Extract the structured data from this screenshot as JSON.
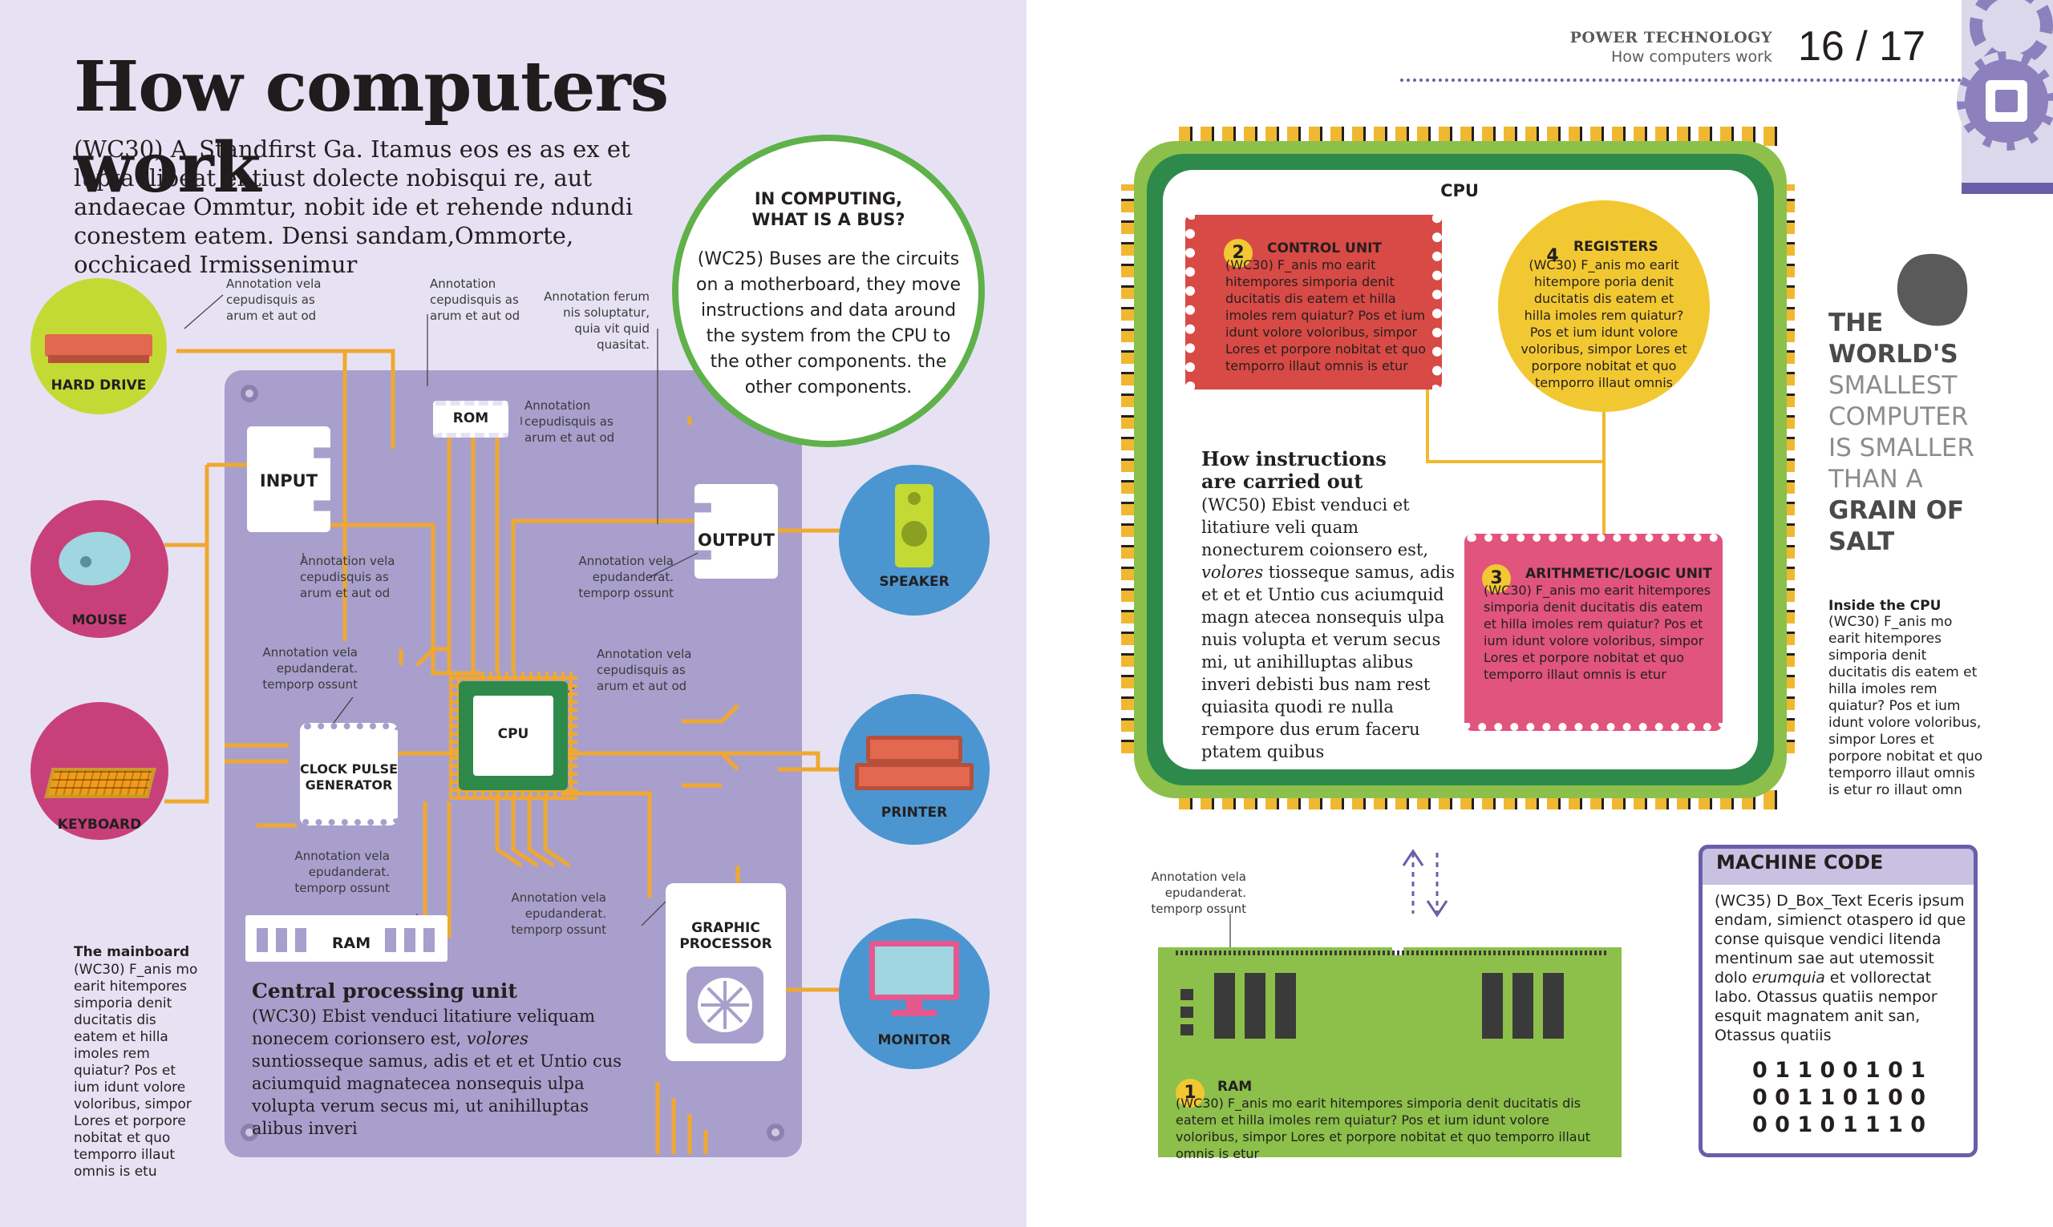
{
  "header": {
    "section": "POWER TECHNOLOGY",
    "subsection": "How computers work",
    "page_numbers": "16 / 17"
  },
  "left": {
    "title": "How computers work",
    "standfirst": "(WC30) A_Standfirst Ga. Itamus eos es as ex et lupta ilibeat entiust dolecte nobisqui re, aut andaecae Ommtur, nobit ide et rehende ndundi conestem eatem. Densi sandam,Ommorte, occhicaed Irmissenimur",
    "bus_box": {
      "title_line1": "IN COMPUTING,",
      "title_line2": "WHAT IS A BUS?",
      "text": "(WC25) Buses are the circuits on a motherboard, they move instructions and data around the system from the CPU to the other components. the other components."
    },
    "peripherals": {
      "hard_drive": "HARD DRIVE",
      "mouse": "MOUSE",
      "keyboard": "KEYBOARD",
      "speaker": "SPEAKER",
      "printer": "PRINTER",
      "monitor": "MONITOR"
    },
    "components": {
      "input": "INPUT",
      "output": "OUTPUT",
      "rom": "ROM",
      "cpu": "CPU",
      "clock_line1": "CLOCK PULSE",
      "clock_line2": "GENERATOR",
      "ram": "RAM",
      "graphic_line1": "GRAPHIC",
      "graphic_line2": "PROCESSOR"
    },
    "annotations": {
      "a1": "Annotation vela cepudisquis as arum et aut od",
      "a2": "Annotation cepudisquis as arum et aut od",
      "a3": "Annotation ferum nis soluptatur, quia vit quid quasitat.",
      "a4": "Annotation cepudisquis as arum et aut od",
      "a5": "Annotation vela cepudisquis as arum et aut od",
      "a6": "Annotation vela epudanderat. temporp ossunt",
      "a7": "Annotation vela epudanderat. temporp ossunt",
      "a8": "Annotation vela cepudisquis as arum et aut od",
      "a9": "Annotation vela epudanderat. temporp ossunt",
      "a10": "Annotation vela epudanderat. temporp ossunt"
    },
    "mainboard": {
      "title": "The mainboard",
      "text": "(WC30) F_anis mo earit hitempores simporia denit ducitatis dis eatem et hilla imoles rem quiatur? Pos et ium idunt volore voloribus, simpor Lores et porpore nobitat et quo temporro illaut omnis is etu"
    },
    "cpu_section": {
      "title": "Central processing unit",
      "text_before": "(WC30) Ebist venduci litatiure veliquam nonecem corionsero est,",
      "text_italic": "volores",
      "text_after": "suntiosseque samus, adis et et et Untio cus aciumquid magnatecea nonsequis ulpa volupta verum secus mi, ut anihilluptas alibus inveri"
    }
  },
  "right": {
    "cpu_label": "CPU",
    "control_unit": {
      "number": "2",
      "title": "CONTROL UNIT",
      "text": "(WC30) F_anis mo earit hitempores simporia denit ducitatis dis eatem et hilla imoles rem quiatur? Pos et ium idunt volore voloribus, simpor Lores et porpore nobitat et quo temporro illaut omnis is etur"
    },
    "registers": {
      "number": "4",
      "title": "REGISTERS",
      "text": "(WC30) F_anis mo earit hitempore poria denit ducitatis dis eatem et hilla imoles rem quiatur? Pos et ium idunt volore voloribus, simpor Lores et porpore nobitat et quo temporro illaut omnis"
    },
    "alu": {
      "number": "3",
      "title": "ARITHMETIC/LOGIC UNIT",
      "text": "(WC30) F_anis mo earit hitempores simporia denit ducitatis dis eatem et hilla imoles rem quiatur? Pos et ium idunt volore voloribus, simpor Lores et porpore nobitat et quo temporro illaut omnis is etur"
    },
    "instructions": {
      "title_line1": "How instructions",
      "title_line2": "are carried out",
      "text_before": "(WC50) Ebist venduci et litatiure veli quam nonecturem coionsero est,",
      "text_italic": "volores",
      "text_after": "tiosseque samus, adis et et et Untio cus aciumquid magn atecea nonsequis ulpa nuis volupta et verum secus mi, ut anihilluptas alibus inveri debisti bus nam rest quiasita quodi re nulla rempore dus erum faceru ptatem quibus"
    },
    "ram_annotation": "Annotation vela epudanderat. temporp ossunt",
    "ram": {
      "number": "1",
      "title": "RAM",
      "text": "(WC30) F_anis mo earit hitempores simporia denit ducitatis dis eatem et hilla imoles rem quiatur? Pos et ium idunt volore voloribus, simpor Lores et porpore nobitat et quo temporro illaut omnis is etur"
    },
    "fact": {
      "line1": "THE",
      "line2": "WORLD'S",
      "line3": "SMALLEST",
      "line4": "COMPUTER",
      "line5": "IS SMALLER",
      "line6": "THAN A",
      "line7": "GRAIN OF",
      "line8": "SALT"
    },
    "inside_cpu": {
      "title": "Inside the CPU",
      "text": "(WC30) F_anis mo earit hitempores simporia denit ducitatis dis eatem et hilla imoles rem quiatur? Pos et ium idunt volore voloribus, simpor Lores et porpore nobitat et quo temporro illaut omnis is etur ro illaut omn"
    },
    "machine_code": {
      "title": "MACHINE CODE",
      "text_before": "(WC35) D_Box_Text Eceris ipsum endam, simienct otaspero id que conse quisque vendici litenda mentinum sae aut utemossit dolo",
      "text_italic": "erumquia",
      "text_after": "et vollorectat labo. Otassus quatiis nempor esquit magnatem anit san, Otassus quatiis",
      "binary": [
        "0 1 1 0 0 1 0 1",
        "0 0 1 1 0 1 0 0",
        "0 0 1 0 1 1 1 0"
      ]
    }
  }
}
